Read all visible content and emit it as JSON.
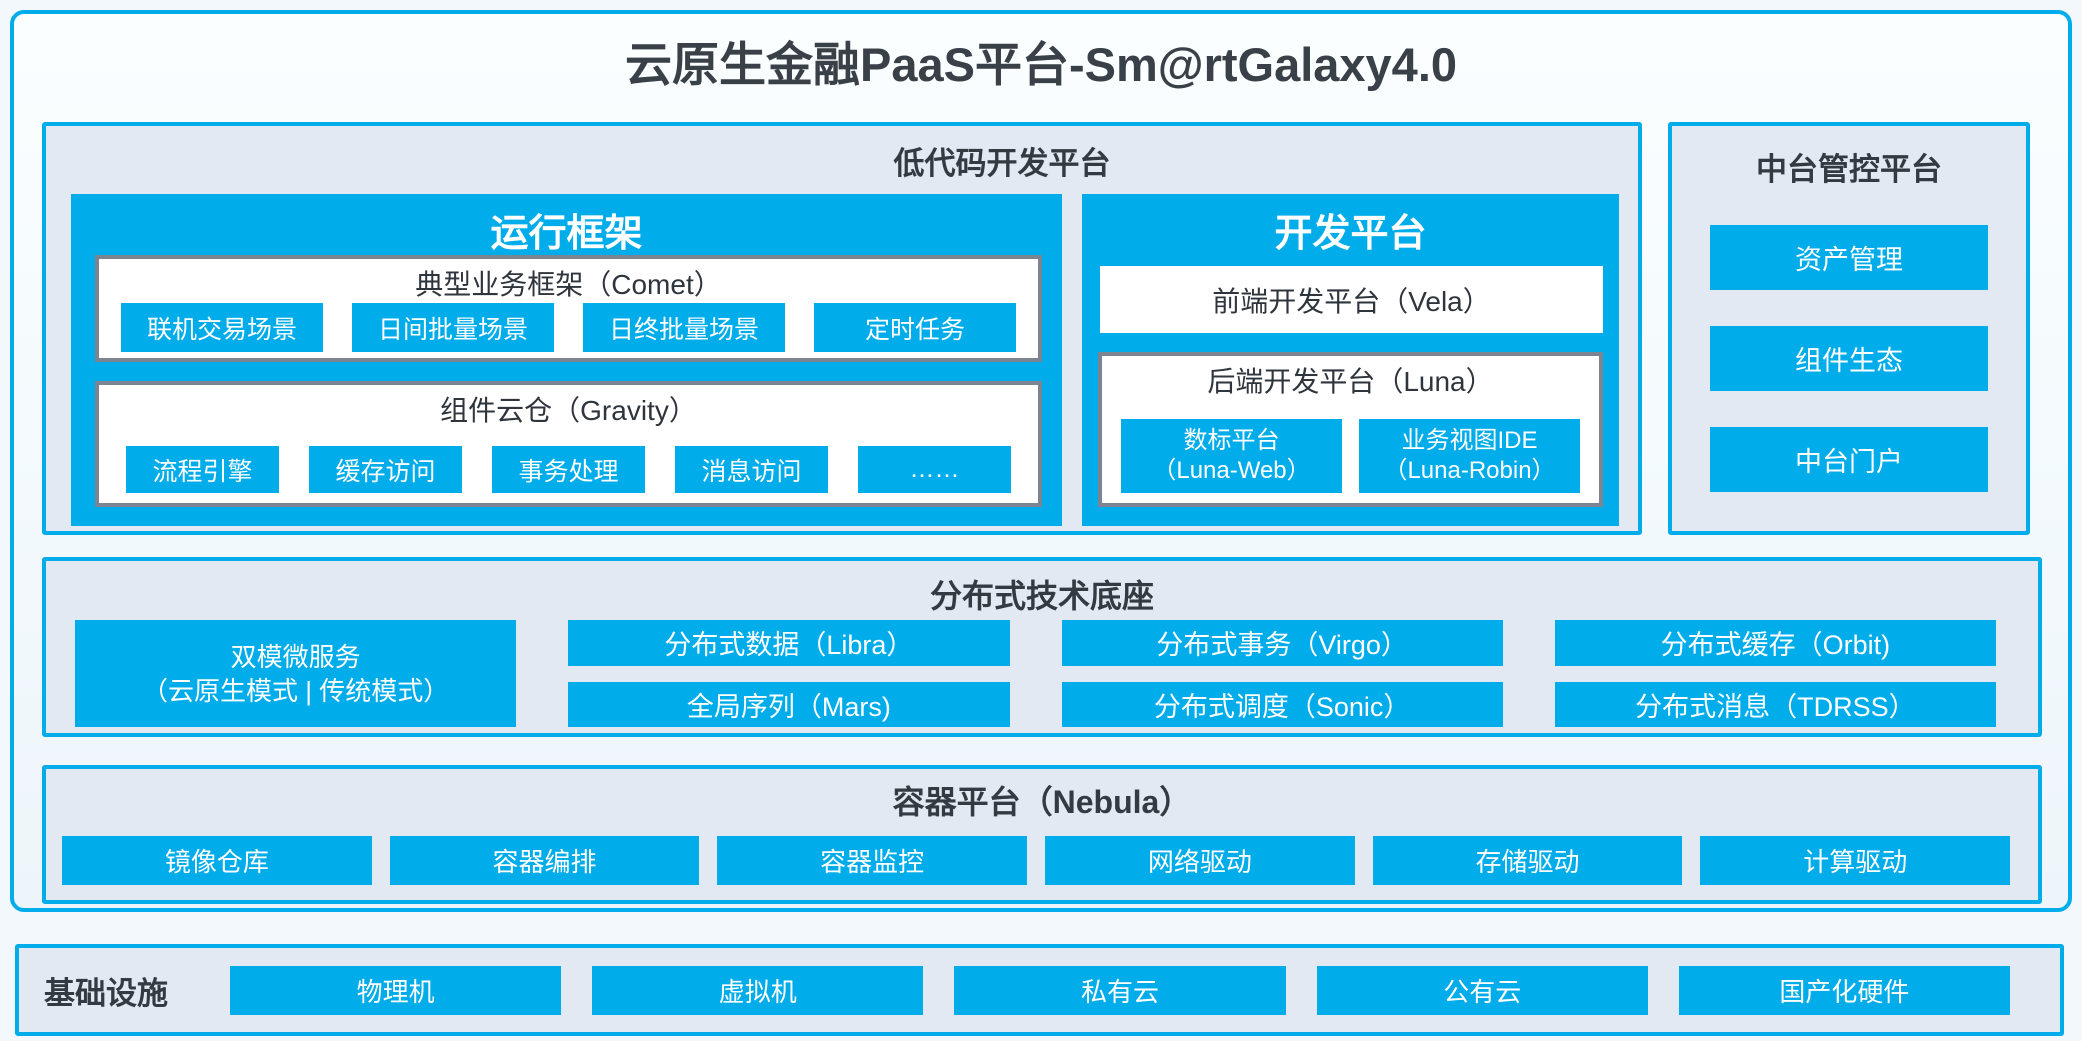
{
  "page": {
    "title": "云原生金融PaaS平台-Sm@rtGalaxy4.0"
  },
  "colors": {
    "accent_blue": "#00ace9",
    "panel_bg": "#e2e9f3",
    "box_border_gray": "#7b8490",
    "text_dark": "#3b4149"
  },
  "lowcode_platform": {
    "title": "低代码开发平台",
    "runtime_framework": {
      "title": "运行框架",
      "comet": {
        "title": "典型业务框架（Comet）",
        "items": [
          "联机交易场景",
          "日间批量场景",
          "日终批量场景",
          "定时任务"
        ]
      },
      "gravity": {
        "title": "组件云仓（Gravity）",
        "items": [
          "流程引擎",
          "缓存访问",
          "事务处理",
          "消息访问",
          "……"
        ]
      }
    },
    "dev_platform": {
      "title": "开发平台",
      "vela_title": "前端开发平台（Vela）",
      "luna": {
        "title": "后端开发平台（Luna）",
        "items": [
          {
            "line1": "数标平台",
            "line2": "（Luna-Web）"
          },
          {
            "line1": "业务视图IDE",
            "line2": "（Luna-Robin）"
          }
        ]
      }
    }
  },
  "mid_platform": {
    "title": "中台管控平台",
    "items": [
      "资产管理",
      "组件生态",
      "中台门户"
    ]
  },
  "distributed_base": {
    "title": "分布式技术底座",
    "dual_mode": {
      "line1": "双模微服务",
      "line2": "（云原生模式 | 传统模式）"
    },
    "columns": [
      [
        "分布式数据（Libra）",
        "全局序列（Mars)"
      ],
      [
        "分布式事务（Virgo）",
        "分布式调度（Sonic）"
      ],
      [
        "分布式缓存（Orbit)",
        "分布式消息（TDRSS）"
      ]
    ]
  },
  "container_platform": {
    "title": "容器平台（Nebula）",
    "items": [
      "镜像仓库",
      "容器编排",
      "容器监控",
      "网络驱动",
      "存储驱动",
      "计算驱动"
    ]
  },
  "infrastructure": {
    "title": "基础设施",
    "items": [
      "物理机",
      "虚拟机",
      "私有云",
      "公有云",
      "国产化硬件"
    ]
  }
}
